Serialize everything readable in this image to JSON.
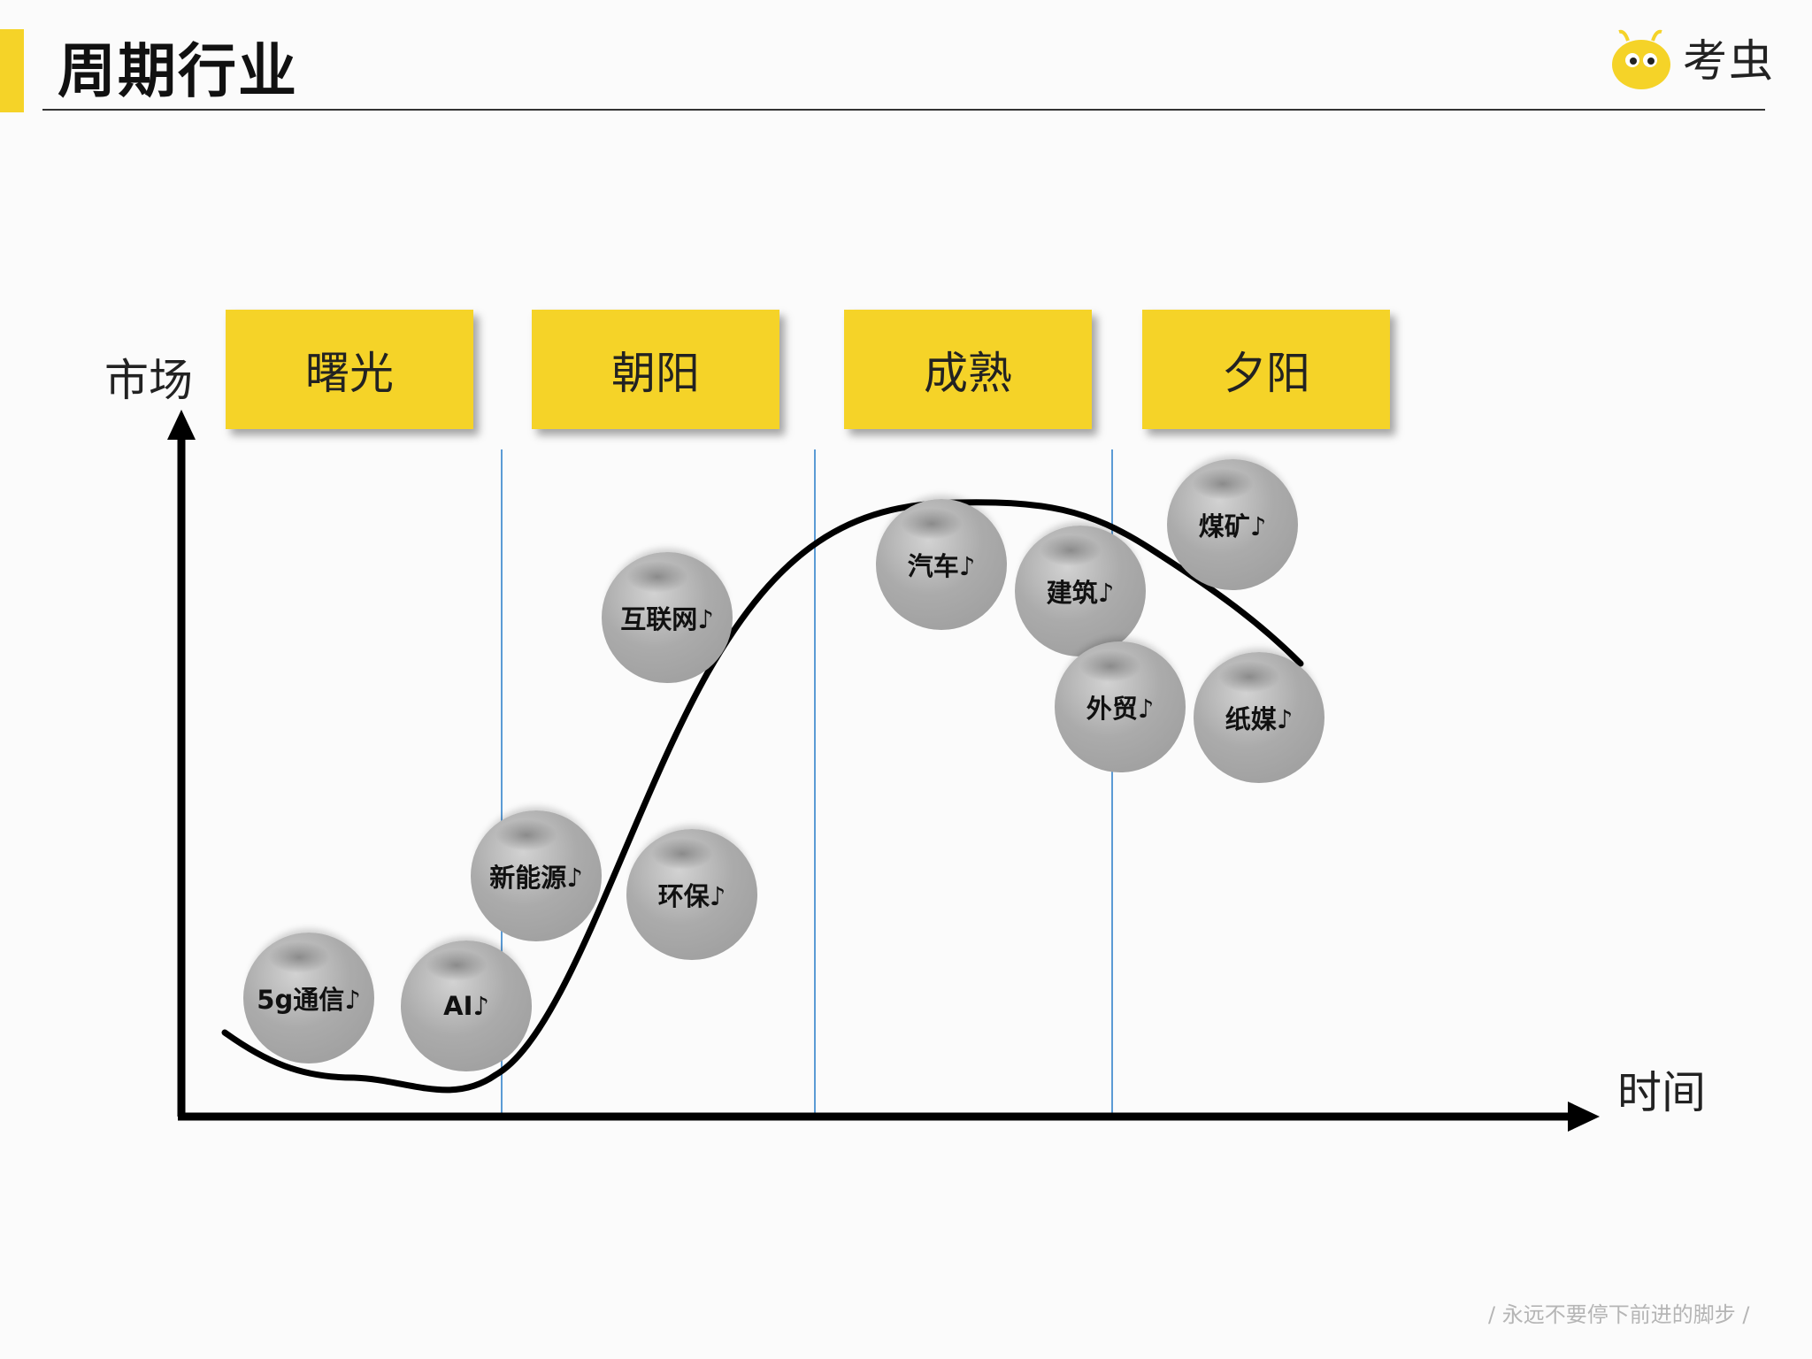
{
  "header": {
    "title": "周期行业",
    "logo_text": "考虫"
  },
  "axes": {
    "y_label": "市场",
    "x_label": "时间"
  },
  "phases": [
    {
      "label": "曙光"
    },
    {
      "label": "朝阳"
    },
    {
      "label": "成熟"
    },
    {
      "label": "夕阳"
    }
  ],
  "industries": [
    {
      "label": "5g通信♪"
    },
    {
      "label": "AI♪"
    },
    {
      "label": "新能源♪"
    },
    {
      "label": "互联网♪"
    },
    {
      "label": "环保♪"
    },
    {
      "label": "汽车♪"
    },
    {
      "label": "建筑♪"
    },
    {
      "label": "外贸♪"
    },
    {
      "label": "煤矿♪"
    },
    {
      "label": "纸媒♪"
    }
  ],
  "footer": {
    "slogan": "/ 永远不要停下前进的脚步 /"
  },
  "colors": {
    "accent": "#f5d328",
    "divider": "#5b9bd5",
    "curve": "#000000",
    "ball": "#a8a8a8"
  }
}
